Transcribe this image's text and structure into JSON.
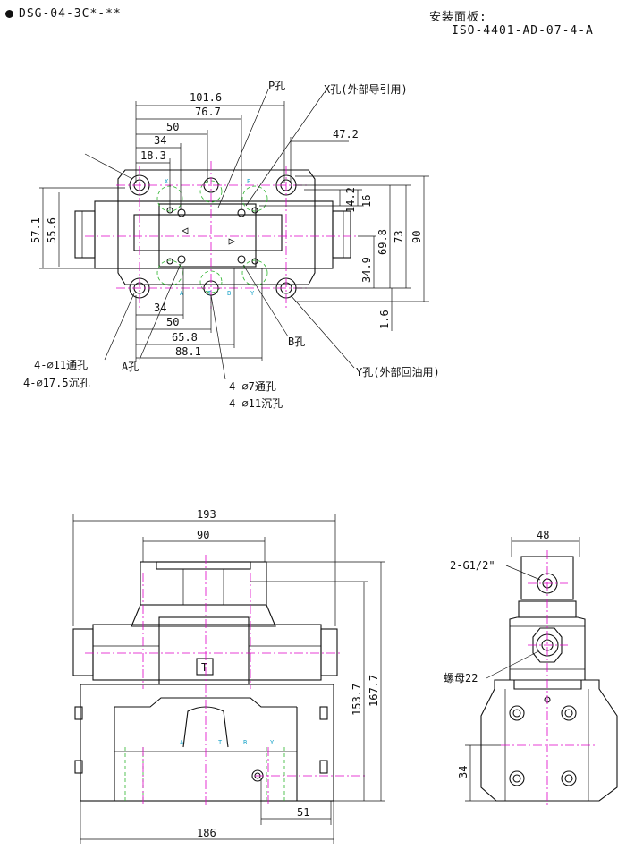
{
  "header": {
    "model": "DSG-04-3C*-**",
    "mount_label": "安装面板:",
    "mount_code": "ISO-4401-AD-07-4-A"
  },
  "top_view": {
    "dims": {
      "d101_6": "101.6",
      "d76_7": "76.7",
      "d50_top": "50",
      "d34_top": "34",
      "d18_3": "18.3",
      "d47_2": "47.2",
      "d14_2": "14.2",
      "d16": "16",
      "d69_8": "69.8",
      "d73": "73",
      "d90": "90",
      "d34_9": "34.9",
      "d1_6": "1.6",
      "d57_1": "57.1",
      "d55_6": "55.6",
      "d34_bot": "34",
      "d50_bot": "50",
      "d65_8": "65.8",
      "d88_1": "88.1"
    },
    "callouts": {
      "p_port": "P孔",
      "x_port": "X孔(外部导引用)",
      "b_port": "B孔",
      "a_port": "A孔",
      "y_port": "Y孔(外部回油用)",
      "thru_11": "4-⌀11通孔",
      "cb_17_5": "4-⌀17.5沉孔",
      "thru_7": "4-⌀7通孔",
      "cb_11": "4-⌀11沉孔"
    },
    "port_marks": {
      "p": "P",
      "x": "X",
      "a": "A",
      "b": "B",
      "t": "T",
      "y": "Y"
    }
  },
  "front_view": {
    "dims": {
      "d193": "193",
      "d90": "90",
      "d153_7": "153.7",
      "d167_7": "167.7",
      "d51": "51",
      "d186": "186"
    },
    "t_marker": "T",
    "port_marks": {
      "a": "A",
      "t": "T",
      "b": "B",
      "y": "Y"
    }
  },
  "side_view": {
    "dims": {
      "d48": "48",
      "d34": "34"
    },
    "callouts": {
      "g_thread": "2-G1/2\"",
      "nut": "螺母22"
    }
  }
}
